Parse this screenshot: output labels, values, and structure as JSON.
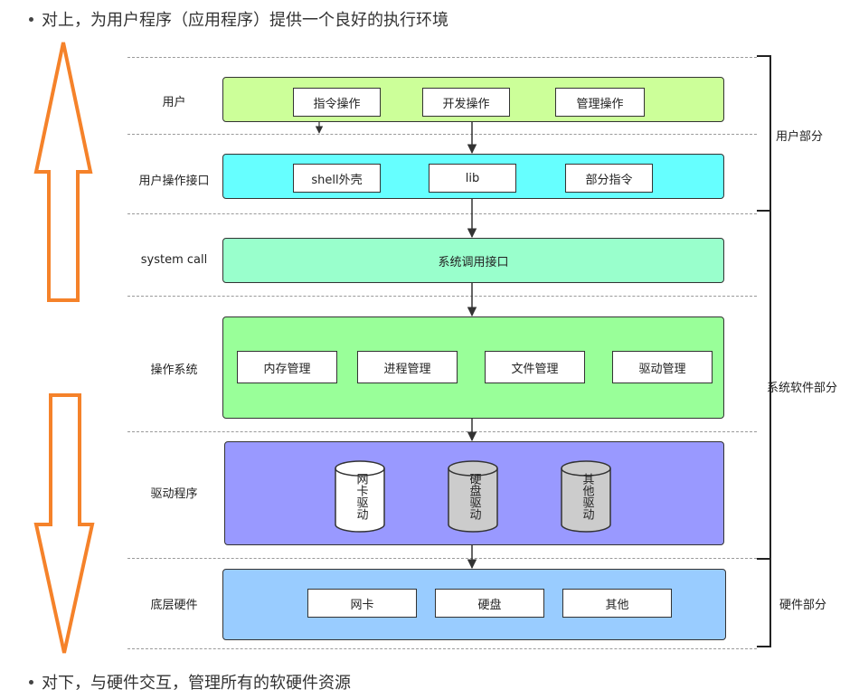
{
  "notes": {
    "top": "对上，为用户程序（应用程序）提供一个良好的执行环境",
    "bottom": "对下，与硬件交互，管理所有的软硬件资源"
  },
  "layers": {
    "user": {
      "label": "用户",
      "items": [
        "指令操作",
        "开发操作",
        "管理操作"
      ]
    },
    "user_interface": {
      "label": "用户操作接口",
      "items": [
        "shell外壳",
        "lib",
        "部分指令"
      ]
    },
    "system_call": {
      "label": "system call",
      "content": "系统调用接口"
    },
    "operating_system": {
      "label": "操作系统",
      "items": [
        "内存管理",
        "进程管理",
        "文件管理",
        "驱动管理"
      ]
    },
    "drivers": {
      "label": "驱动程序",
      "items": [
        "网卡驱动",
        "硬盘驱动",
        "其他驱动"
      ]
    },
    "hardware": {
      "label": "底层硬件",
      "items": [
        "网卡",
        "硬盘",
        "其他"
      ]
    }
  },
  "sections": {
    "user_part": "用户部分",
    "system_software_part": "系统软件部分",
    "hardware_part": "硬件部分"
  },
  "colors": {
    "user_panel": "#ccff99",
    "interface_panel": "#66ffff",
    "syscall_panel": "#99ffcc",
    "os_panel": "#99ff99",
    "driver_panel": "#9999ff",
    "hardware_panel": "#99ccff",
    "arrow_orange": "#f5822a",
    "cylinder_white": "#ffffff",
    "cylinder_gray": "#cccccc"
  },
  "icons": {
    "up": "big-up-arrow",
    "down": "big-down-arrow",
    "flow": "flow-arrow-down"
  }
}
